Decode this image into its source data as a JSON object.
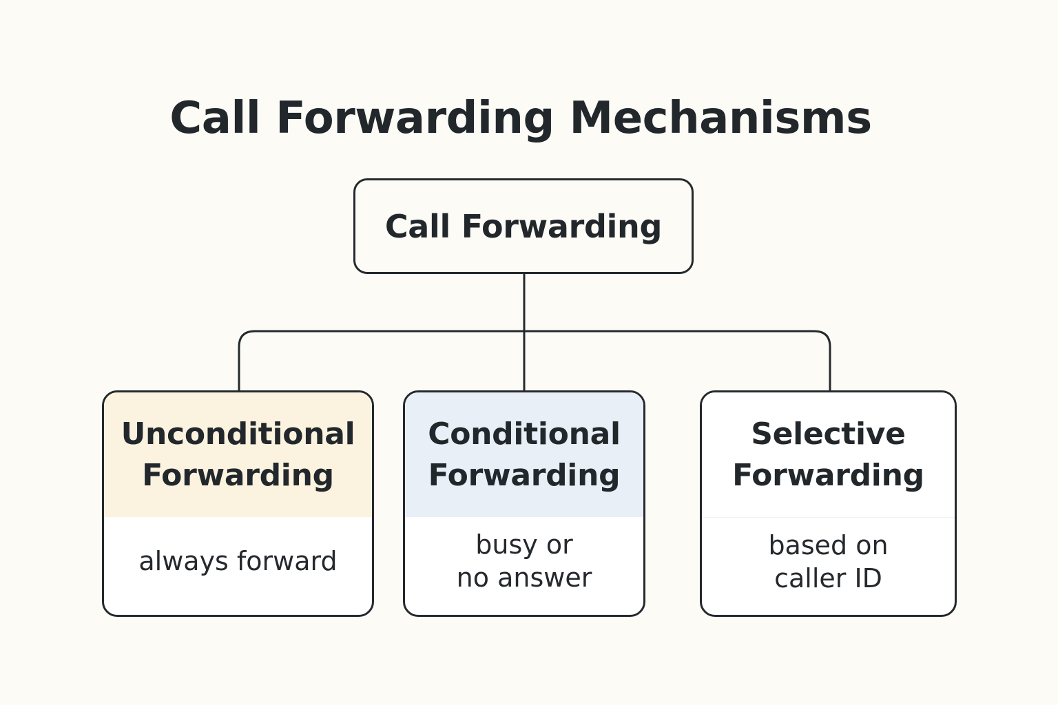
{
  "diagram": {
    "title": "Call Forwarding Mechanisms",
    "root": {
      "label": "Call Forwarding"
    },
    "children": [
      {
        "title": "Unconditional\nForwarding",
        "description": "always forward",
        "header_color": "#fbf3df"
      },
      {
        "title": "Conditional\nForwarding",
        "description": "busy or\nno answer",
        "header_color": "#e9eff7"
      },
      {
        "title": "Selective\nForwarding",
        "description": "based on\ncaller ID",
        "header_color": "#ffffff"
      }
    ]
  },
  "colors": {
    "background": "#fcfbf6",
    "stroke": "#24292d",
    "text": "#22272b"
  }
}
